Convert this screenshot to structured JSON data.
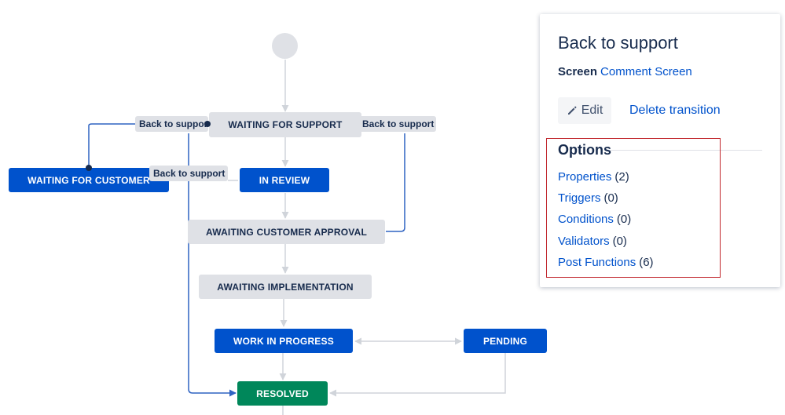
{
  "diagram": {
    "statuses": {
      "waiting_for_support": "WAITING FOR SUPPORT",
      "waiting_for_customer": "WAITING FOR CUSTOMER",
      "in_review": "IN REVIEW",
      "awaiting_customer_approval": "AWAITING CUSTOMER APPROVAL",
      "awaiting_implementation": "AWAITING IMPLEMENTATION",
      "work_in_progress": "WORK IN PROGRESS",
      "pending": "PENDING",
      "resolved": "RESOLVED"
    },
    "transition_labels": {
      "left": "Back to support",
      "right": "Back to support",
      "middle": "Back to support"
    },
    "colors": {
      "grey_status": "#dfe1e6",
      "blue_status": "#0052cc",
      "green_status": "#00875a",
      "selected_transition": "#2f63c2",
      "transition": "#d0d4da"
    }
  },
  "panel": {
    "title": "Back to support",
    "screen_label": "Screen",
    "screen_value": "Comment Screen",
    "edit_label": "Edit",
    "delete_label": "Delete transition",
    "options_heading": "Options",
    "highlight_color": "#c1272d",
    "options": [
      {
        "label": "Properties",
        "count": "(2)"
      },
      {
        "label": "Triggers",
        "count": "(0)"
      },
      {
        "label": "Conditions",
        "count": "(0)"
      },
      {
        "label": "Validators",
        "count": "(0)"
      },
      {
        "label": "Post Functions",
        "count": "(6)"
      }
    ]
  }
}
